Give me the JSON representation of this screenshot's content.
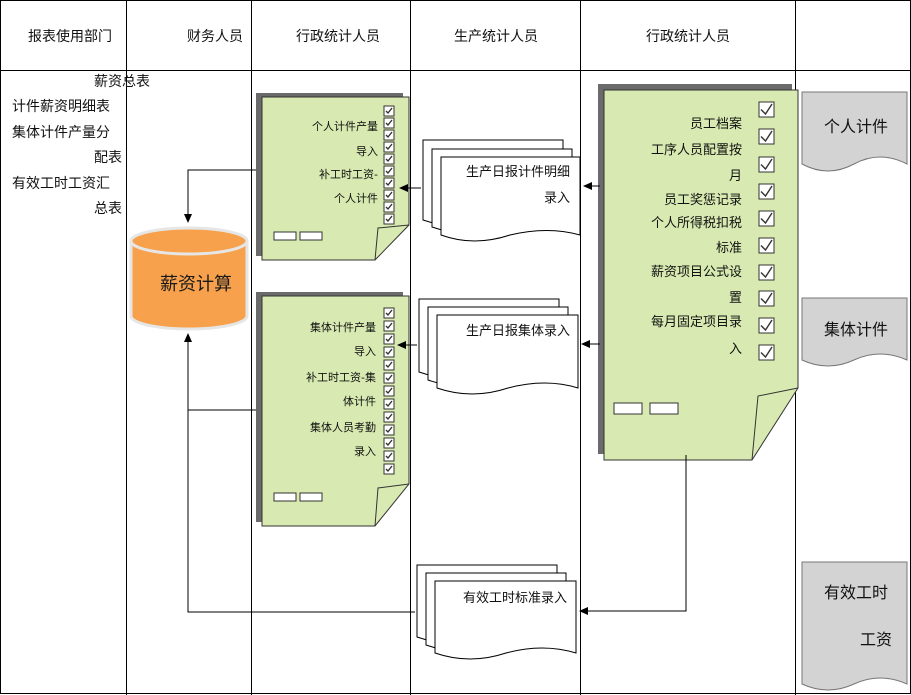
{
  "lanes": [
    "报表使用部门",
    "财务人员",
    "行政统计人员",
    "生产统计人员",
    "行政统计人员"
  ],
  "report_list": [
    "薪资总表",
    "计件薪资明细表",
    "集体计件产量分",
    "配表",
    "有效工时工资汇",
    "总表"
  ],
  "right_docs": [
    "个人计件",
    "集体计件",
    "有效工时",
    "工资"
  ],
  "main_form": [
    "员工档案",
    "工序人员配置按",
    "月",
    "员工奖惩记录",
    "个人所得税扣税",
    "标准",
    "薪资项目公式设",
    "置",
    "每月固定项目录",
    "入"
  ],
  "prod_doc1": [
    "生产日报计件明细",
    "录入"
  ],
  "prod_doc2": [
    "生产日报集体录入"
  ],
  "prod_doc3": [
    "有效工时标准录入"
  ],
  "admin_form1": [
    "个人计件产量",
    "导入",
    "补工时工资-",
    "个人计件"
  ],
  "admin_form2": [
    "集体计件产量",
    "导入",
    "补工时工资-集",
    "体计件",
    "集体人员考勤",
    "录入"
  ],
  "cylinder": "薪资计算",
  "colors": {
    "form_fill": "#d8eab1",
    "cylinder_fill": "#f7a14c",
    "gray_doc": "#d3d3d3",
    "line": "#000000"
  }
}
